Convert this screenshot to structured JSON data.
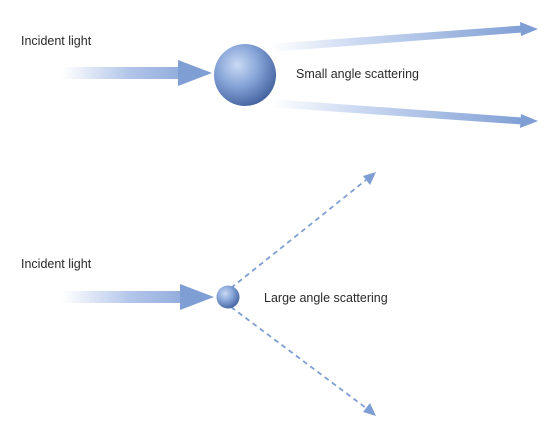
{
  "panels": [
    {
      "incident_label": "Incident light",
      "scattering_label": "Small angle scattering"
    },
    {
      "incident_label": "Incident light",
      "scattering_label": "Large angle scattering"
    }
  ],
  "colors": {
    "arrow": "#7e9ed4",
    "arrow_fade": "#ffffff",
    "particle_light": "#b9cdee",
    "particle_mid": "#7e9ad0",
    "particle_dark": "#3f5f9c",
    "text": "#2a2a2a"
  },
  "icons": {
    "large_particle": "sphere",
    "small_particle": "sphere"
  }
}
